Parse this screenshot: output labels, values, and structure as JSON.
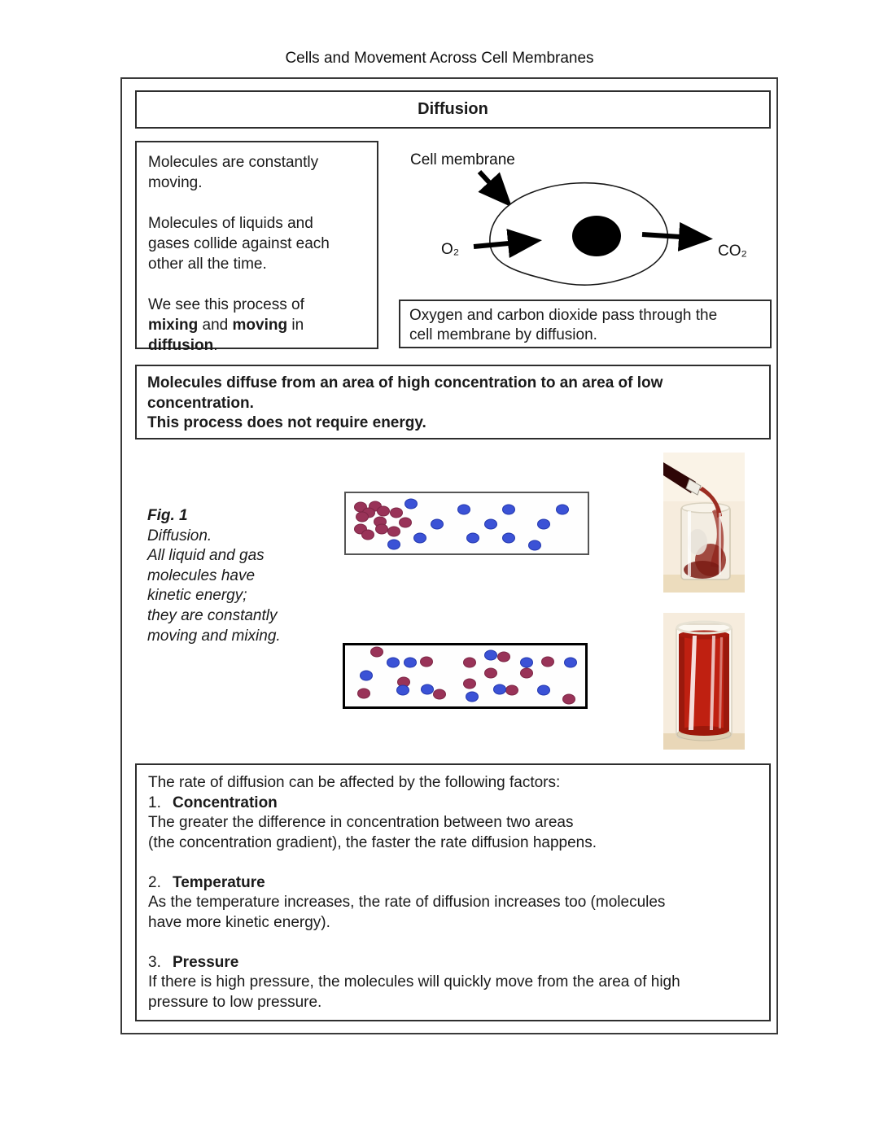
{
  "title": "Cells and Movement Across Cell Membranes",
  "section_header": "Diffusion",
  "left_box": {
    "p1": [
      "Molecules are constantly",
      "moving."
    ],
    "p2": [
      "Molecules of liquids and",
      "gases collide against each",
      "other all the time."
    ],
    "p3": [
      [
        {
          "t": "We see this process of"
        }
      ],
      [
        {
          "t": "mixing",
          "b": true
        },
        {
          "t": " and "
        },
        {
          "t": "moving",
          "b": true
        },
        {
          "t": " in"
        }
      ],
      [
        {
          "t": "diffusion",
          "b": true
        },
        {
          "t": "."
        }
      ]
    ]
  },
  "cell_diagram": {
    "membrane_label": "Cell membrane",
    "o2_label": "O₂",
    "co2_label": "CO₂"
  },
  "gas_box": [
    "Oxygen and carbon dioxide pass through the",
    "cell membrane by diffusion."
  ],
  "key_box": [
    "Molecules diffuse from an area of high concentration to an area of low",
    "concentration.",
    "This process does not require energy."
  ],
  "fig1": {
    "label": "Fig. 1",
    "caption_lines": [
      "Diffusion.",
      "All liquid and gas",
      "molecules have",
      "kinetic energy;",
      "they are constantly",
      "moving and mixing."
    ]
  },
  "diffusion_dots": {
    "colors": {
      "maroon": "#993358",
      "maroon_border": "#7d2746",
      "blue": "#3b52d6",
      "blue_border": "#2338ae"
    },
    "unmixed": {
      "maroon": [
        [
          6.2,
          23.4
        ],
        [
          12.1,
          22.1
        ],
        [
          9.3,
          32.1
        ],
        [
          15.4,
          29.9
        ],
        [
          6.6,
          39.4
        ],
        [
          14.0,
          47.1
        ],
        [
          21.0,
          32.9
        ],
        [
          24.7,
          49.0
        ],
        [
          6.2,
          58.8
        ],
        [
          14.9,
          60.1
        ],
        [
          19.7,
          63.2
        ],
        [
          9.1,
          68.8
        ]
      ],
      "blue": [
        [
          26.8,
          16.9
        ],
        [
          48.8,
          27.7
        ],
        [
          67.3,
          27.7
        ],
        [
          89.6,
          27.7
        ],
        [
          37.7,
          51.6
        ],
        [
          60.1,
          51.0
        ],
        [
          81.8,
          51.6
        ],
        [
          30.7,
          74.0
        ],
        [
          52.4,
          74.9
        ],
        [
          67.3,
          74.9
        ],
        [
          78.2,
          86.1
        ],
        [
          19.7,
          85.7
        ]
      ]
    },
    "mixed": {
      "maroon": [
        [
          13.3,
          10.4
        ],
        [
          33.9,
          27.1
        ],
        [
          51.7,
          28.4
        ],
        [
          66.1,
          18.8
        ],
        [
          84.4,
          27.1
        ],
        [
          60.6,
          45.9
        ],
        [
          75.6,
          45.0
        ],
        [
          24.4,
          60.4
        ],
        [
          51.7,
          62.5
        ],
        [
          69.4,
          72.9
        ],
        [
          39.4,
          80.0
        ],
        [
          7.8,
          79.1
        ],
        [
          93.3,
          88.4
        ]
      ],
      "blue": [
        [
          20.0,
          28.4
        ],
        [
          27.2,
          27.9
        ],
        [
          60.6,
          16.6
        ],
        [
          75.6,
          27.9
        ],
        [
          93.9,
          27.9
        ],
        [
          8.9,
          49.1
        ],
        [
          23.9,
          72.9
        ],
        [
          34.4,
          72.1
        ],
        [
          64.4,
          72.1
        ],
        [
          82.8,
          72.9
        ],
        [
          52.8,
          84.1
        ]
      ]
    }
  },
  "factors_box": {
    "intro": "The rate of diffusion can be affected by the following factors:",
    "items": [
      {
        "num": "1.",
        "title": "Concentration",
        "lines": [
          "The greater the difference in concentration between two areas",
          "(the concentration gradient), the faster the rate diffusion happens."
        ]
      },
      {
        "num": "2.",
        "title": "Temperature",
        "lines": [
          "As the temperature increases, the rate of diffusion increases too (molecules",
          "have more kinetic energy)."
        ]
      },
      {
        "num": "3.",
        "title": "Pressure",
        "lines": [
          "If there is high pressure, the molecules will quickly move from the area of high",
          "pressure to low pressure."
        ]
      }
    ]
  }
}
